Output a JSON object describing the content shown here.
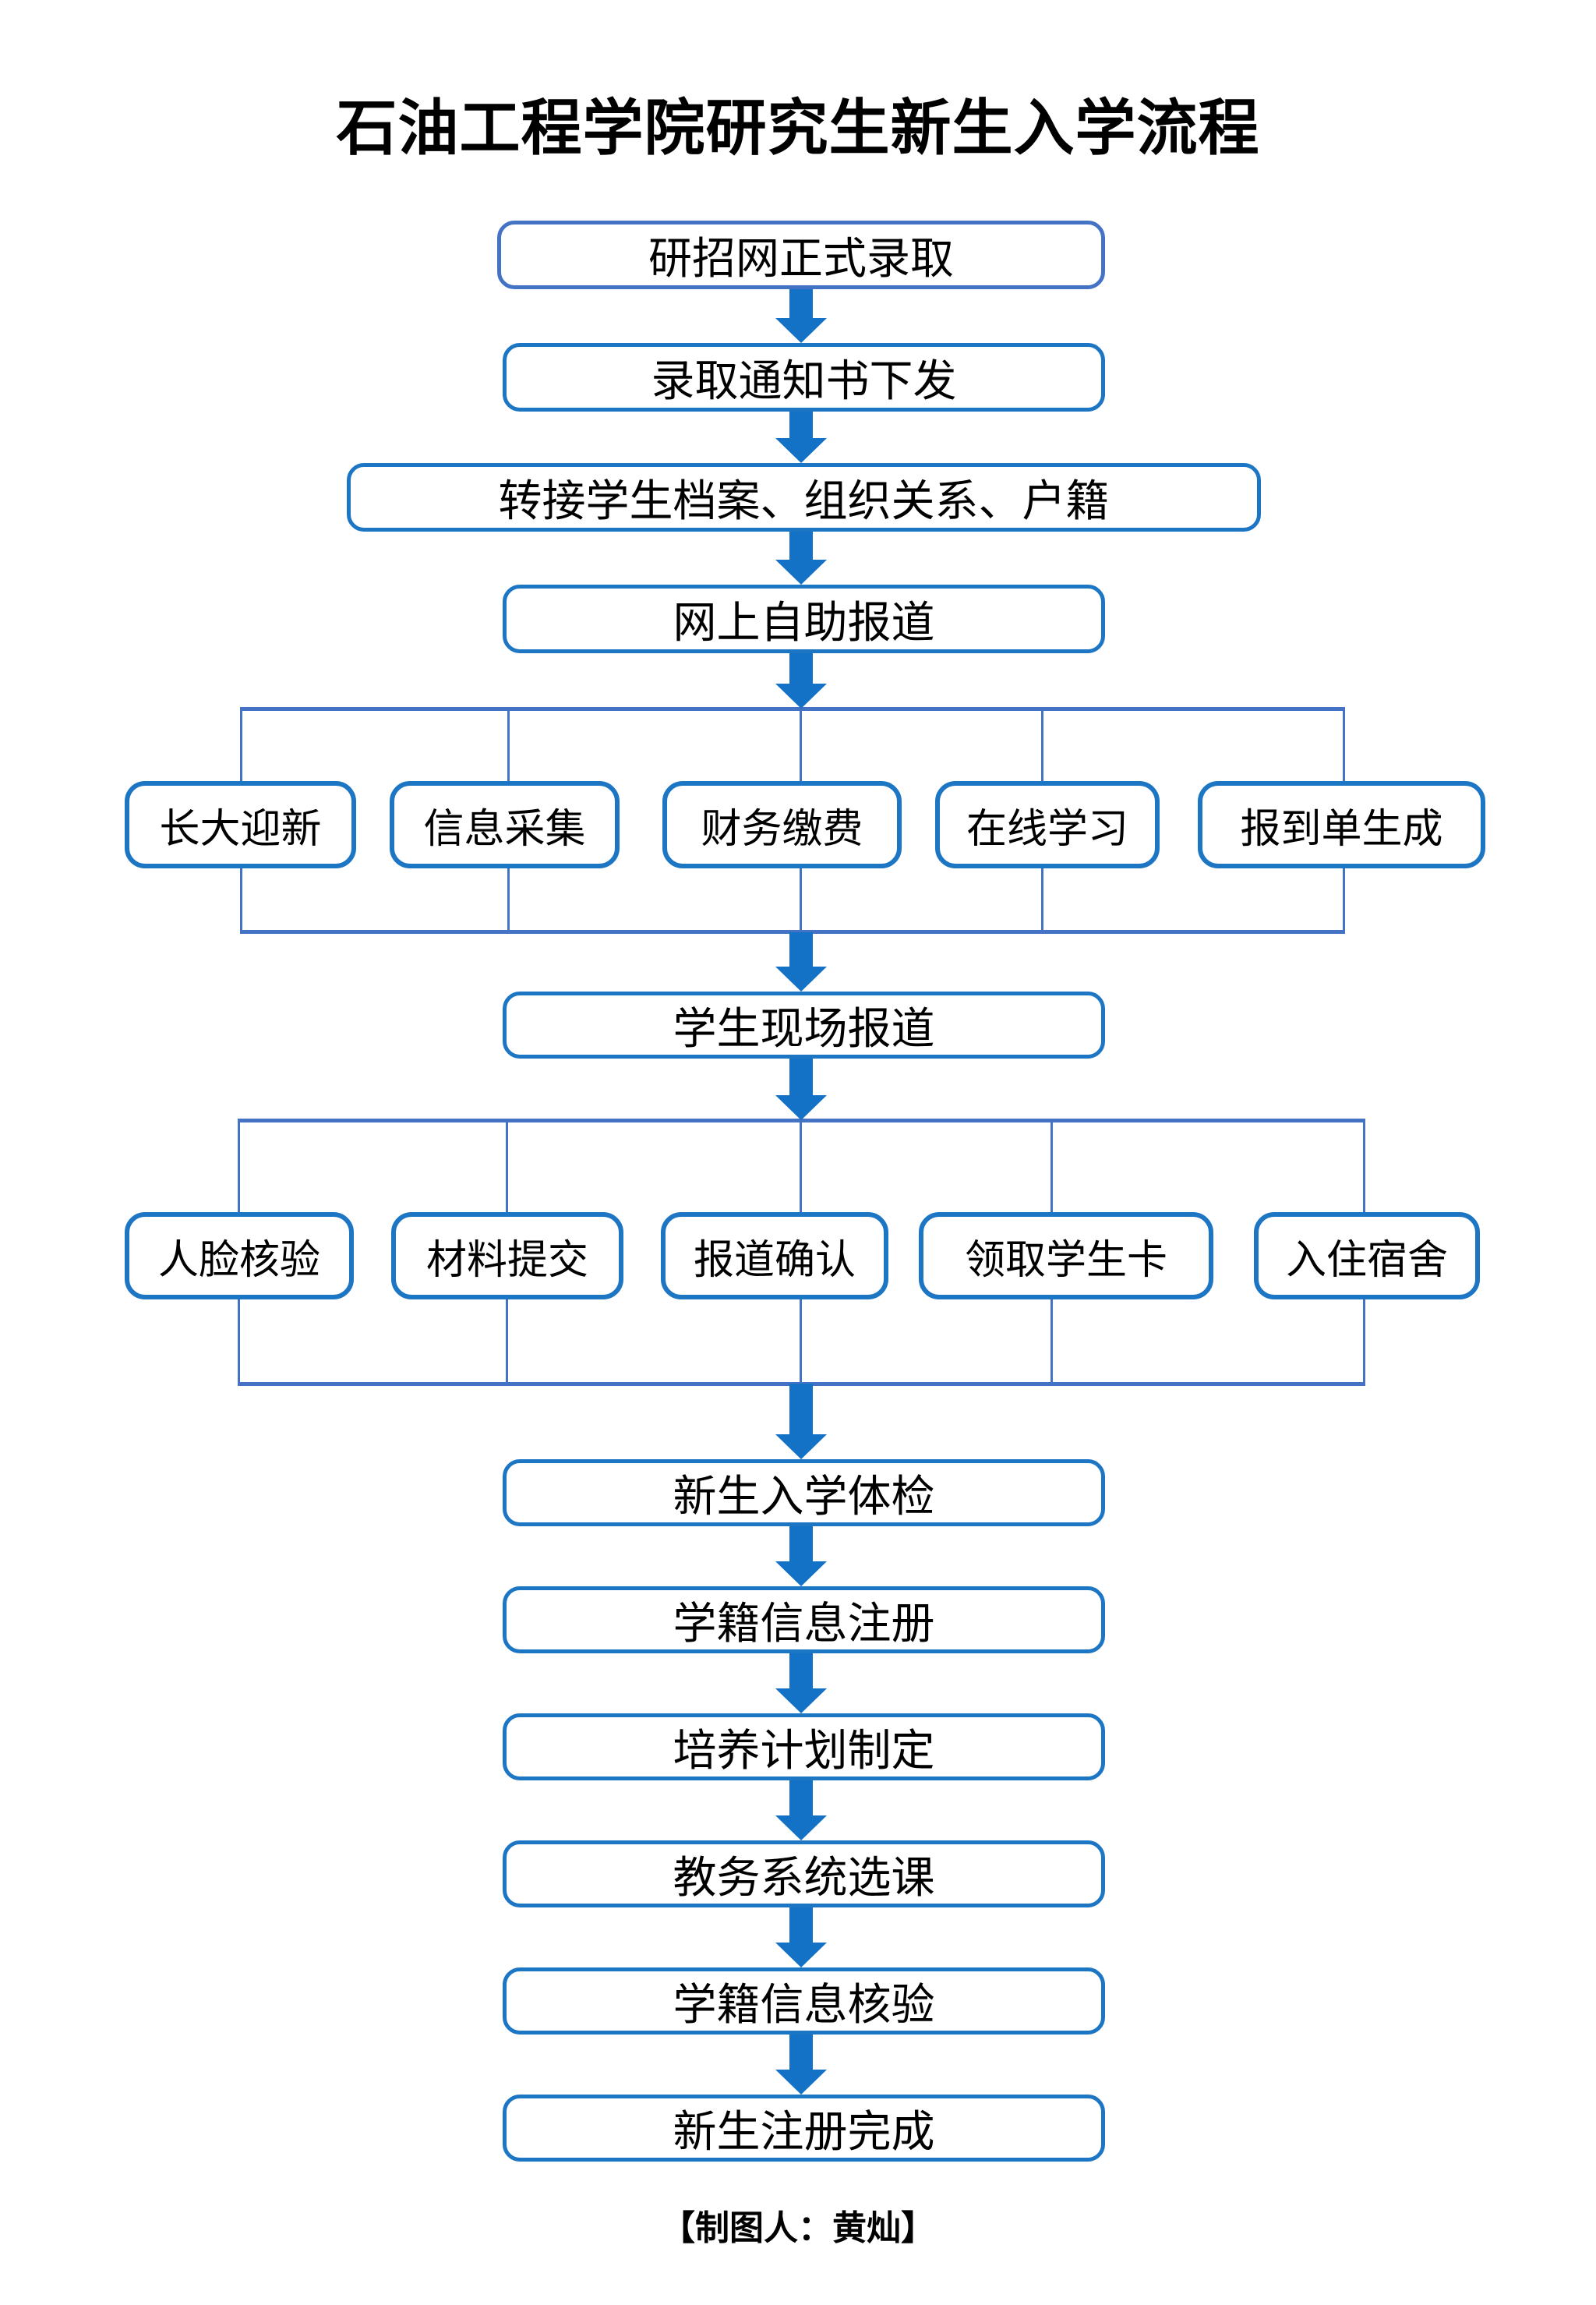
{
  "title": "石油工程学院研究生新生入学流程",
  "footer_credit": "【制图人：黄灿】",
  "colors": {
    "box_border": "#1d76c3",
    "light_box_border": "#4a78cc",
    "arrow": "#1371c6",
    "connector": "#4472c4",
    "text": "#000000",
    "background": "#ffffff"
  },
  "nodes": {
    "step1": "研招网正式录取",
    "step2": "录取通知书下发",
    "step3": "转接学生档案、组织关系、户籍",
    "step4": "网上自助报道",
    "group1": [
      "长大迎新",
      "信息采集",
      "财务缴费",
      "在线学习",
      "报到单生成"
    ],
    "step5": "学生现场报道",
    "group2": [
      "人脸核验",
      "材料提交",
      "报道确认",
      "领取学生卡",
      "入住宿舍"
    ],
    "step6": "新生入学体检",
    "step7": "学籍信息注册",
    "step8": "培养计划制定",
    "step9": "教务系统选课",
    "step10": "学籍信息核验",
    "step11": "新生注册完成"
  }
}
